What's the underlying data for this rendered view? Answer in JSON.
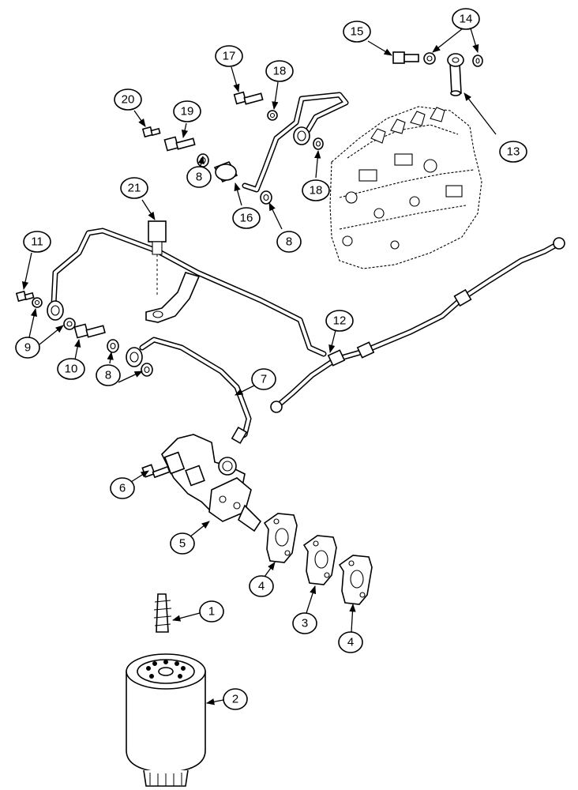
{
  "callouts": [
    {
      "id": "1",
      "label": "1"
    },
    {
      "id": "2",
      "label": "2"
    },
    {
      "id": "3",
      "label": "3"
    },
    {
      "id": "4a",
      "label": "4"
    },
    {
      "id": "4b",
      "label": "4"
    },
    {
      "id": "5",
      "label": "5"
    },
    {
      "id": "6",
      "label": "6"
    },
    {
      "id": "7",
      "label": "7"
    },
    {
      "id": "8a",
      "label": "8"
    },
    {
      "id": "8b",
      "label": "8"
    },
    {
      "id": "8c",
      "label": "8"
    },
    {
      "id": "9",
      "label": "9"
    },
    {
      "id": "10",
      "label": "10"
    },
    {
      "id": "11",
      "label": "11"
    },
    {
      "id": "12",
      "label": "12"
    },
    {
      "id": "13",
      "label": "13"
    },
    {
      "id": "14",
      "label": "14"
    },
    {
      "id": "15",
      "label": "15"
    },
    {
      "id": "16",
      "label": "16"
    },
    {
      "id": "17",
      "label": "17"
    },
    {
      "id": "18a",
      "label": "18"
    },
    {
      "id": "18b",
      "label": "18"
    },
    {
      "id": "19",
      "label": "19"
    },
    {
      "id": "20",
      "label": "20"
    },
    {
      "id": "21",
      "label": "21"
    }
  ]
}
